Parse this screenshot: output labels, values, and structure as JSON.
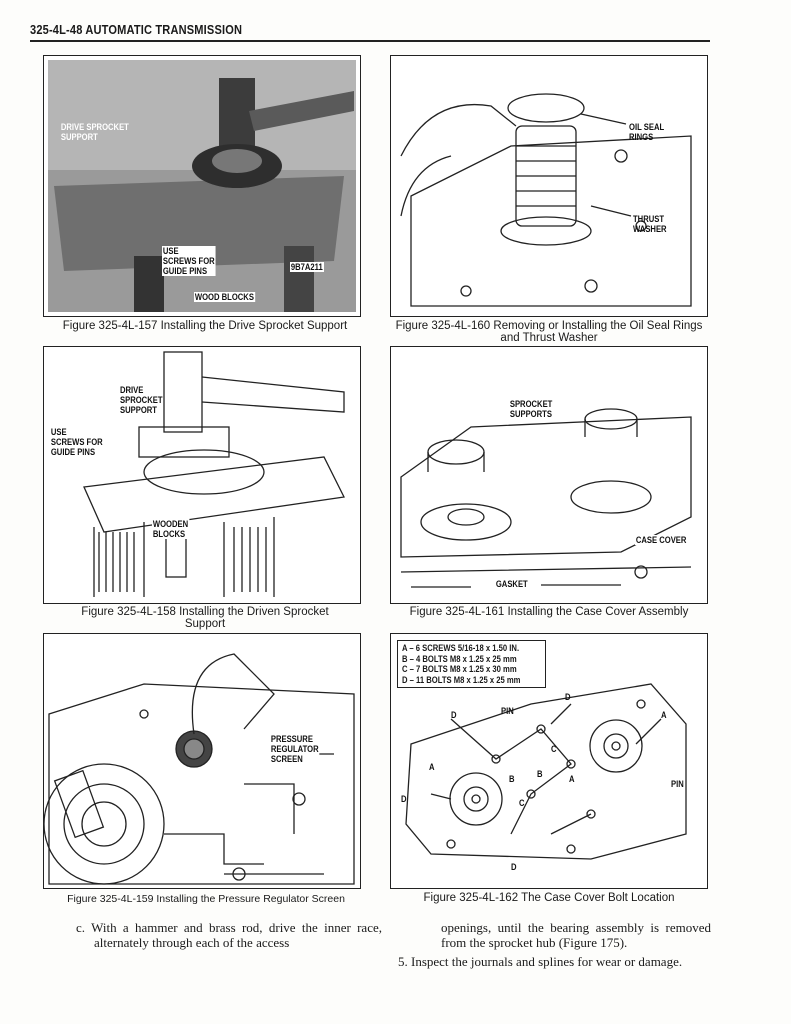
{
  "header": {
    "title": "325-4L-48 AUTOMATIC TRANSMISSION"
  },
  "figures": [
    {
      "caption": "Figure 325-4L-157 Installing the Drive Sprocket Support",
      "labels": [
        "DRIVE SPROCKET\nSUPPORT",
        "USE\nSCREWS FOR\nGUIDE PINS",
        "WOOD BLOCKS",
        "9B7A211"
      ]
    },
    {
      "caption": "Figure 325-4L-160 Removing or Installing the Oil Seal Rings and Thrust Washer",
      "labels": [
        "OIL SEAL\nRINGS",
        "THRUST\nWASHER"
      ]
    },
    {
      "caption": "Figure 325-4L-158 Installing the Driven Sprocket Support",
      "labels": [
        "DRIVE\nSPROCKET\nSUPPORT",
        "USE\nSCREWS FOR\nGUIDE PINS",
        "WOODEN\nBLOCKS"
      ]
    },
    {
      "caption": "Figure 325-4L-161 Installing the Case Cover Assembly",
      "labels": [
        "SPROCKET\nSUPPORTS",
        "CASE COVER",
        "GASKET"
      ]
    },
    {
      "caption": "Figure 325-4L-159 Installing the Pressure Regulator Screen",
      "labels": [
        "PRESSURE\nREGULATOR\nSCREEN"
      ]
    },
    {
      "caption": "Figure 325-4L-162 The Case Cover Bolt Location",
      "labels": [
        "D",
        "PIN",
        "A",
        "B",
        "C",
        "D",
        "A",
        "PIN",
        "D",
        "C",
        "D",
        "A",
        "B"
      ],
      "bolt_table": [
        "A – 6 SCREWS 5/16-18 x 1.50 IN.",
        "B – 4 BOLTS M8 x 1.25 x 25 mm",
        "C – 7 BOLTS M8 x 1.25 x 30 mm",
        "D – 11 BOLTS M8 x 1.25 x 25 mm"
      ]
    }
  ],
  "text": {
    "step_c": "c. With a hammer and brass rod, drive the inner race, alternately through each of the access",
    "step_c_cont": "openings, until the bearing assembly is removed from the sprocket hub (Figure 175).",
    "step_5": "5. Inspect the journals and splines for wear or damage."
  }
}
